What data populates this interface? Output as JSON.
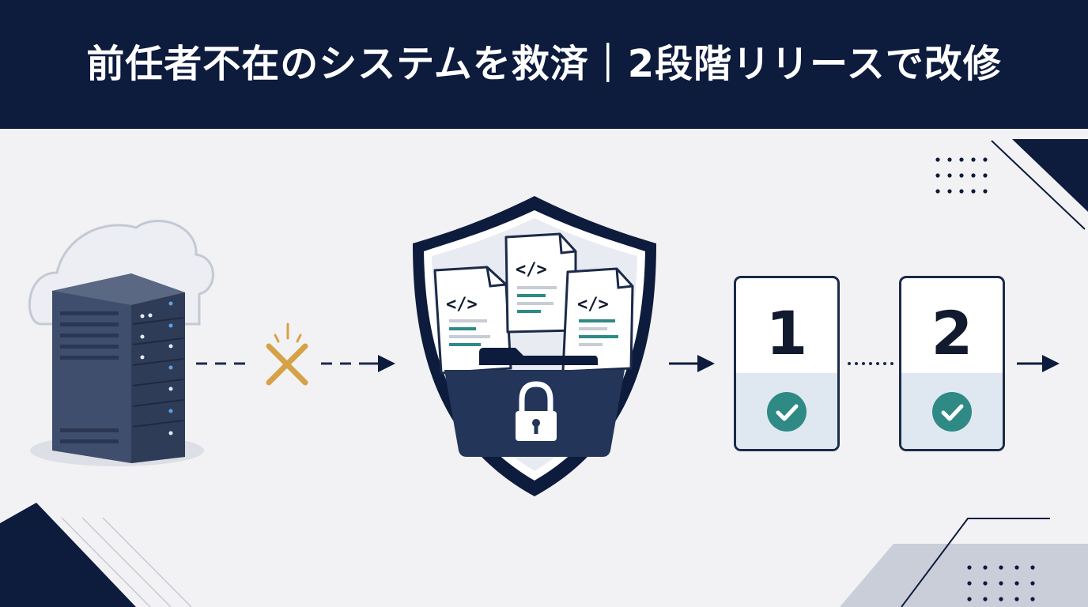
{
  "header": {
    "title": "前任者不在のシステムを救済｜2段階リリースで改修"
  },
  "diagram": {
    "code_label": "</>",
    "steps": [
      {
        "number": "1"
      },
      {
        "number": "2"
      }
    ]
  },
  "colors": {
    "navy": "#0d1b3d",
    "server": "#3f4e6c",
    "cross": "#d6a248",
    "teal": "#2f8a85",
    "card_fill": "#dfe8f1",
    "background": "#f2f2f4"
  },
  "icons": [
    "cloud-icon",
    "server-icon",
    "broken-link-icon",
    "shield-icon",
    "code-file-icon",
    "folder-icon",
    "lock-icon",
    "check-icon",
    "arrow-right-icon"
  ]
}
